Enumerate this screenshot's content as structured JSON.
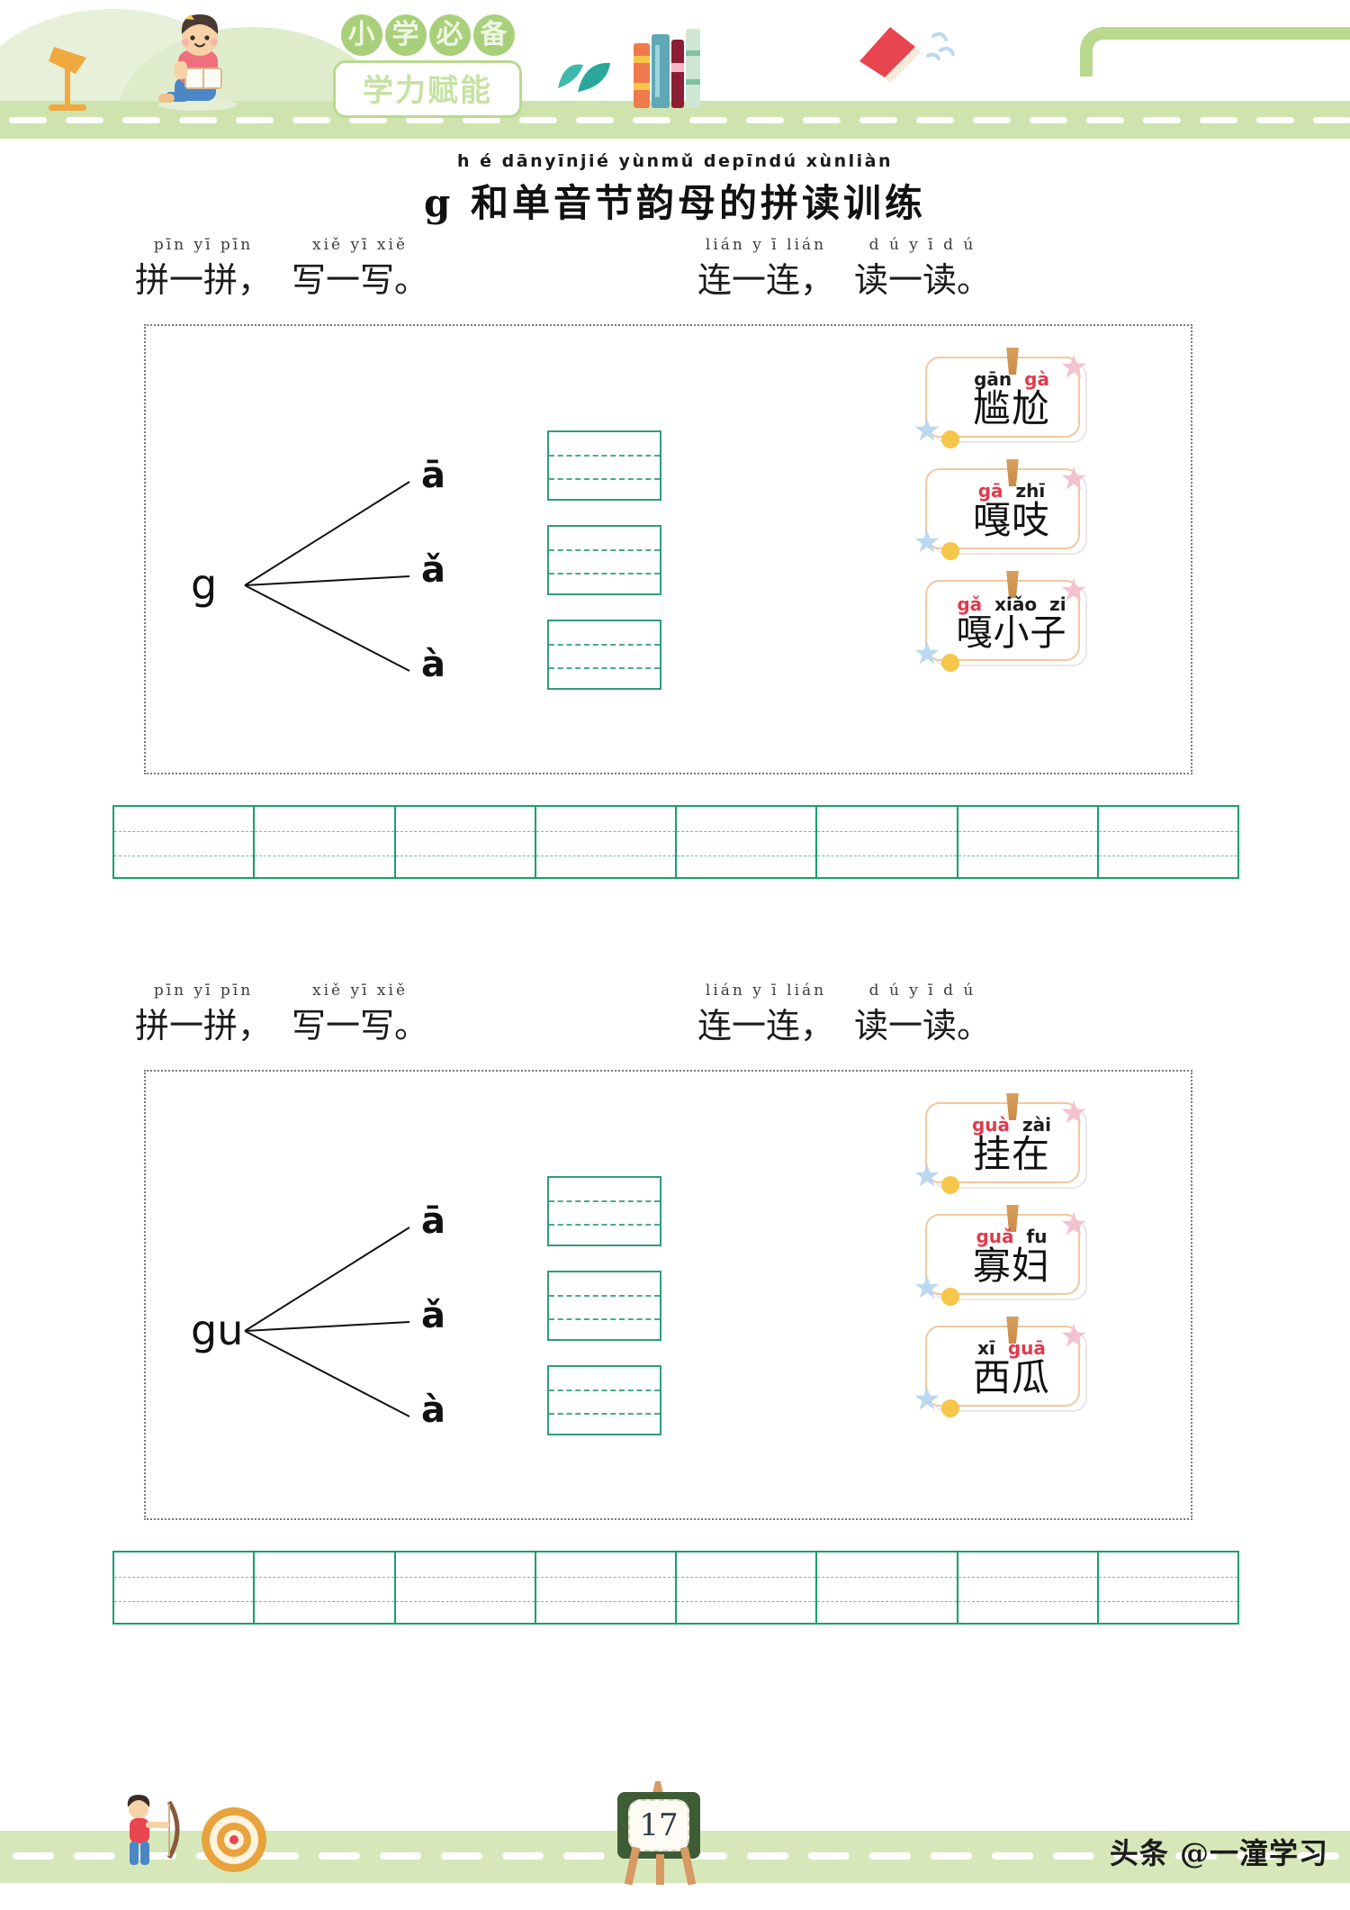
{
  "brand": {
    "bubbles": [
      "小",
      "学",
      "必",
      "备"
    ],
    "pill": "学力赋能"
  },
  "title": {
    "pinyin": "h é dānyīnjié yùnmǔ depīndú xùnliàn",
    "text": "g 和单音节韵母的拼读训练"
  },
  "sections": [
    {
      "left_heading": {
        "pinyin_a": "pīn yī pīn",
        "cn_a": "拼一拼，",
        "pinyin_b": "xiě yī xiě",
        "cn_b": "写一写。"
      },
      "right_heading": {
        "pinyin_a": "lián y ī lián",
        "cn_a": "连一连，",
        "pinyin_b": "d ú y ī d ú",
        "cn_b": "读一读。"
      },
      "root": "g",
      "vowels": [
        "ā",
        "ǎ",
        "à"
      ],
      "cards": [
        {
          "pinyin": [
            "gān",
            "gà"
          ],
          "highlight": [
            false,
            true
          ],
          "word": "尴尬"
        },
        {
          "pinyin": [
            "gā",
            "zhī"
          ],
          "highlight": [
            true,
            false
          ],
          "word": "嘎吱"
        },
        {
          "pinyin": [
            "gǎ",
            "xiǎo",
            "zi"
          ],
          "highlight": [
            true,
            false,
            false
          ],
          "word": "嘎小子"
        }
      ],
      "strip_cells": 8
    },
    {
      "left_heading": {
        "pinyin_a": "pīn yī pīn",
        "cn_a": "拼一拼，",
        "pinyin_b": "xiě yī xiě",
        "cn_b": "写一写。"
      },
      "right_heading": {
        "pinyin_a": "lián y ī lián",
        "cn_a": "连一连，",
        "pinyin_b": "d ú y ī d ú",
        "cn_b": "读一读。"
      },
      "root": "gu",
      "vowels": [
        "ā",
        "ǎ",
        "à"
      ],
      "cards": [
        {
          "pinyin": [
            "guà",
            "zài"
          ],
          "highlight": [
            true,
            false
          ],
          "word": "挂在"
        },
        {
          "pinyin": [
            "guǎ",
            "fu"
          ],
          "highlight": [
            true,
            false
          ],
          "word": "寡妇"
        },
        {
          "pinyin": [
            "xī",
            "guā"
          ],
          "highlight": [
            false,
            true
          ],
          "word": "西瓜"
        }
      ],
      "strip_cells": 8
    }
  ],
  "footer": {
    "page_number": "17",
    "watermark": "头条 @一潼学习"
  },
  "colors": {
    "grid_green": "#16a06c",
    "band_green": "#cfe3ae",
    "accent_red": "#e03b4e",
    "card_orange": "#f2c8a0"
  }
}
